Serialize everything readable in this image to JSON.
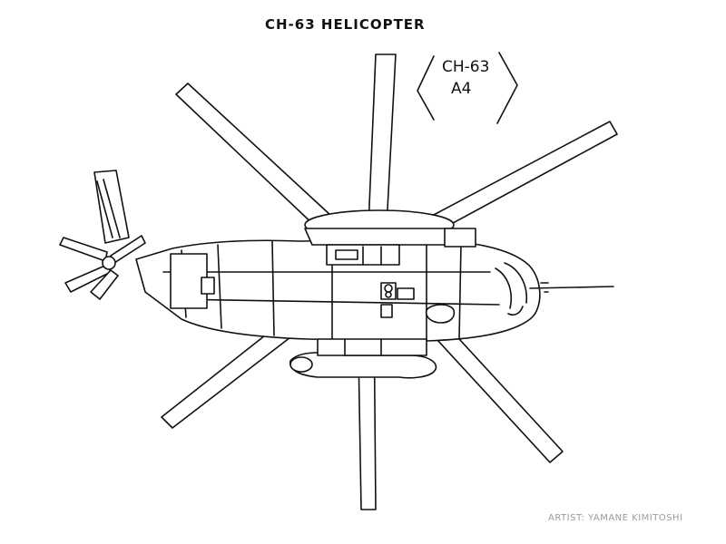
{
  "title": "CH-63 HELICOPTER",
  "note": {
    "line1": "CH-63",
    "line2": "A4"
  },
  "artist": "ARTIST: YAMANE KIMITOSHI",
  "colors": {
    "ink": "#111111",
    "paper": "#ffffff",
    "credit": "#9a9a9a"
  }
}
